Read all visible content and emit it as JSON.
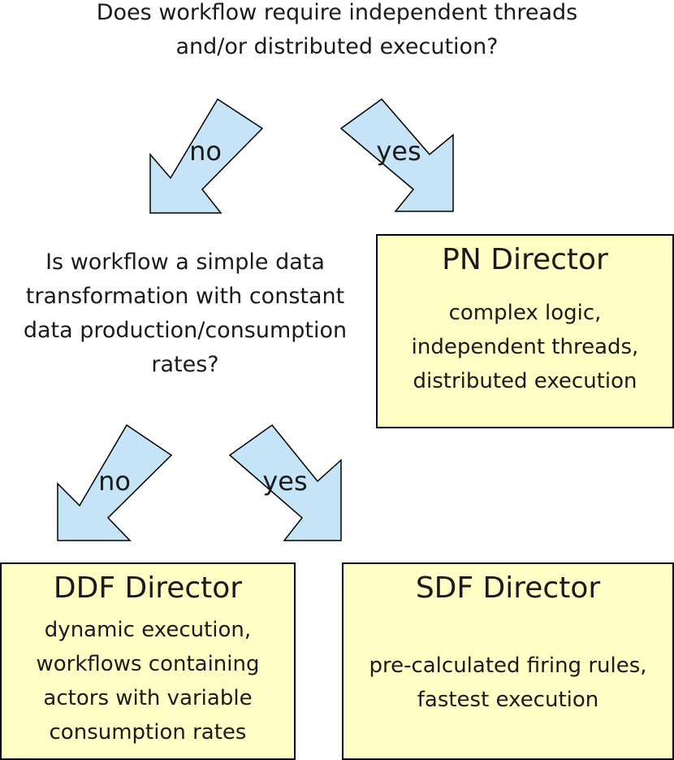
{
  "question1": {
    "lines": [
      "Does workflow require independent threads",
      "and/or distributed execution?"
    ]
  },
  "question2": {
    "lines": [
      "Is workflow a simple data",
      "transformation with constant",
      "data production/consumption",
      "rates?"
    ]
  },
  "arrows": {
    "top_left_label": "no",
    "top_right_label": "yes",
    "bottom_left_label": "no",
    "bottom_right_label": "yes",
    "fill_color": "#c6e4f8",
    "stroke_color": "#000000"
  },
  "pn_director": {
    "title": "PN Director",
    "lines": [
      "complex logic,",
      "independent threads,",
      "distributed execution"
    ]
  },
  "ddf_director": {
    "title": "DDF Director",
    "lines": [
      "dynamic execution,",
      "workflows containing",
      "actors with variable",
      "consumption rates"
    ]
  },
  "sdf_director": {
    "title": "SDF Director",
    "lines": [
      "pre-calculated firing rules,",
      "fastest execution"
    ]
  },
  "box_fill_color": "#ffffc6"
}
